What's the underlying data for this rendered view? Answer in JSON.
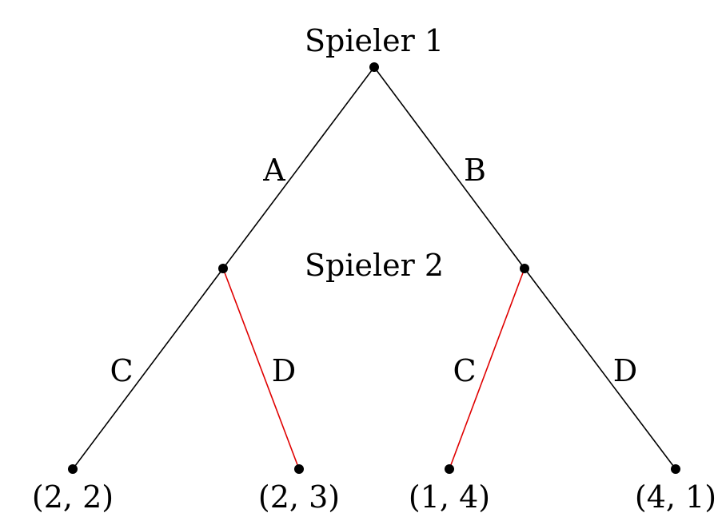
{
  "players": {
    "p1": "Spieler 1",
    "p2": "Spieler 2"
  },
  "edges": {
    "a": "A",
    "b": "B",
    "c_left": "C",
    "d_left": "D",
    "c_right": "C",
    "d_right": "D"
  },
  "payoffs": {
    "ac": "(2, 2)",
    "ad": "(2, 3)",
    "bc": "(1, 4)",
    "bd": "(4, 1)"
  },
  "colors": {
    "default_edge": "#000000",
    "highlighted_edge": "#e00000"
  }
}
